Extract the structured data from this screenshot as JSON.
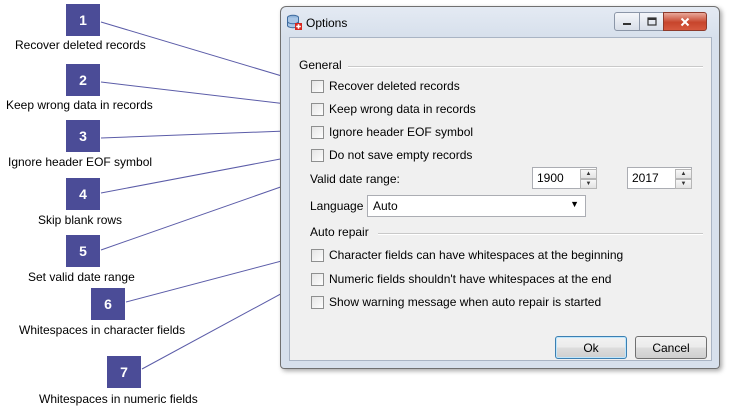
{
  "callouts": [
    {
      "number": "1",
      "caption": "Recover deleted records"
    },
    {
      "number": "2",
      "caption": "Keep wrong data in records"
    },
    {
      "number": "3",
      "caption": "Ignore header EOF symbol"
    },
    {
      "number": "4",
      "caption": "Skip blank rows"
    },
    {
      "number": "5",
      "caption": "Set valid date range"
    },
    {
      "number": "6",
      "caption": "Whitespaces in character fields"
    },
    {
      "number": "7",
      "caption": "Whitespaces in numeric fields"
    }
  ],
  "window": {
    "title": "Options",
    "icon": "database-add-icon",
    "controls": {
      "minimize": "minimize-icon",
      "maximize": "maximize-icon",
      "close": "close-icon"
    }
  },
  "general": {
    "label": "General",
    "recover_deleted": {
      "label": "Recover deleted records",
      "checked": false
    },
    "keep_wrong_data": {
      "label": "Keep wrong data in records",
      "checked": false
    },
    "ignore_eof": {
      "label": "Ignore header EOF symbol",
      "checked": false
    },
    "no_empty_records": {
      "label": "Do not save empty records",
      "checked": false
    },
    "date_range_label": "Valid date range:",
    "date_from": "1900",
    "date_to": "2017",
    "language_label": "Language",
    "language_value": "Auto"
  },
  "auto_repair": {
    "label": "Auto repair",
    "char_whitespace": {
      "label": "Character fields can have whitespaces at the beginning",
      "checked": false
    },
    "numeric_whitespace": {
      "label": "Numeric fields shouldn't have whitespaces at the end",
      "checked": false
    },
    "show_warning": {
      "label": "Show warning message when auto repair is started",
      "checked": false
    }
  },
  "buttons": {
    "ok": "Ok",
    "cancel": "Cancel"
  },
  "colors": {
    "badge": "#4b4c97",
    "leader_line": "#5b5ca8"
  }
}
